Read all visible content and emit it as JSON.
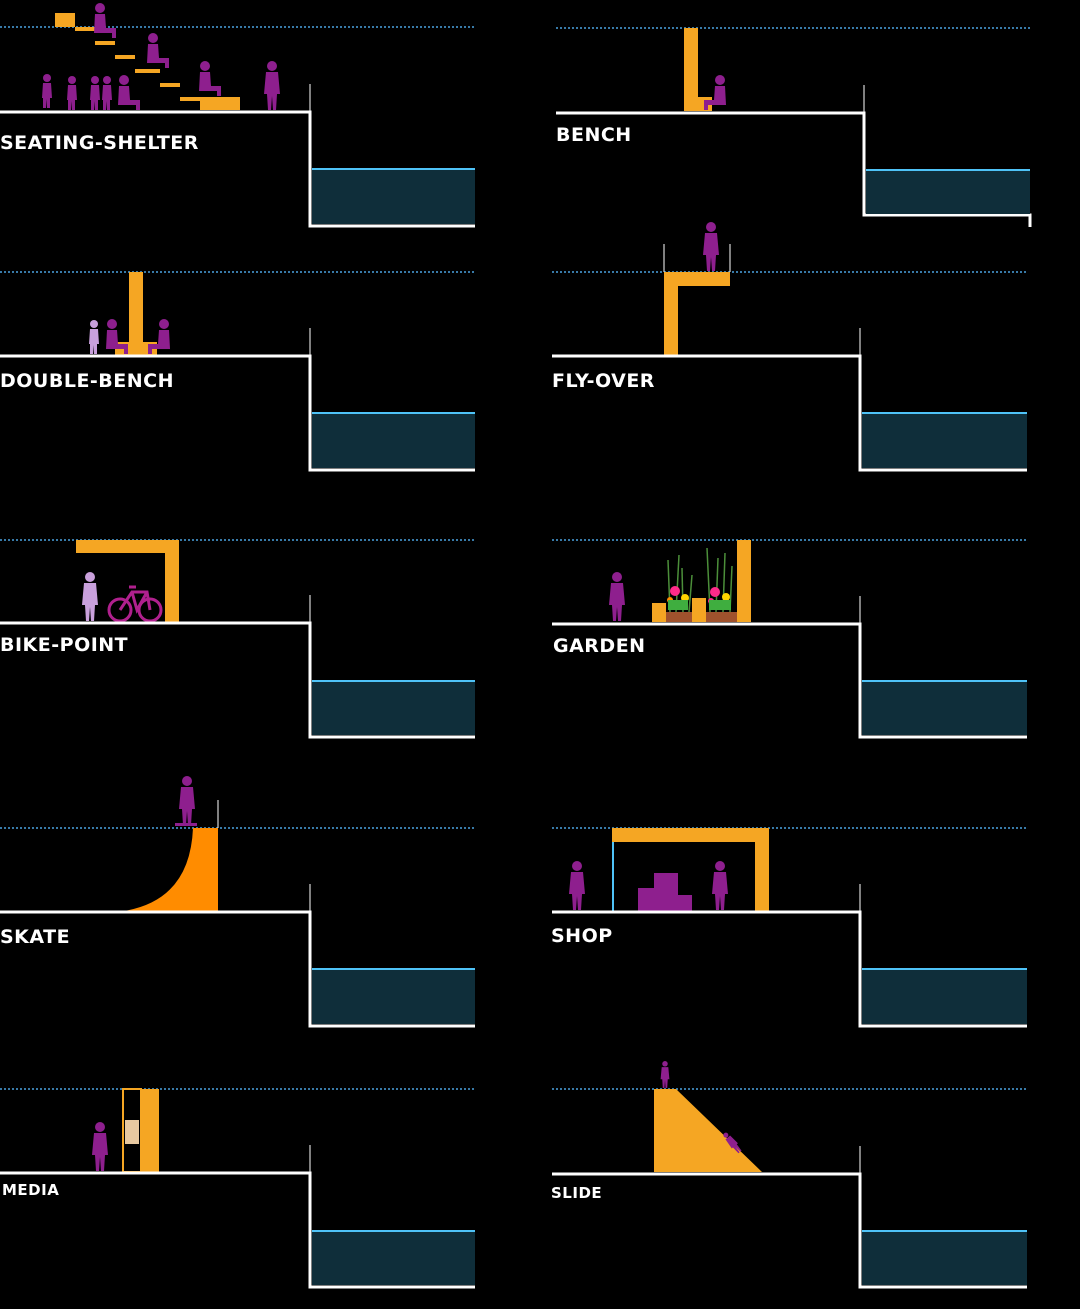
{
  "colors": {
    "background": "#000000",
    "structure": "#f5a623",
    "skate": "#ff8c00",
    "people": "#8e1f8e",
    "people_light": "#c9a0dc",
    "ground": "#ffffff",
    "water": "#0f2e3a",
    "water_edge": "#4fc3f7",
    "level_line": "#4aa3df"
  },
  "panels": [
    {
      "id": "seating-shelter",
      "label": "SEATING-SHELTER"
    },
    {
      "id": "bench",
      "label": "BENCH"
    },
    {
      "id": "double-bench",
      "label": "DOUBLE-BENCH"
    },
    {
      "id": "fly-over",
      "label": "FLY-OVER"
    },
    {
      "id": "bike-point",
      "label": "BIKE-POINT"
    },
    {
      "id": "garden",
      "label": "GARDEN"
    },
    {
      "id": "skate",
      "label": "SKATE"
    },
    {
      "id": "shop",
      "label": "SHOP"
    },
    {
      "id": "media",
      "label": "MEDIA"
    },
    {
      "id": "slide",
      "label": "SLIDE"
    }
  ]
}
